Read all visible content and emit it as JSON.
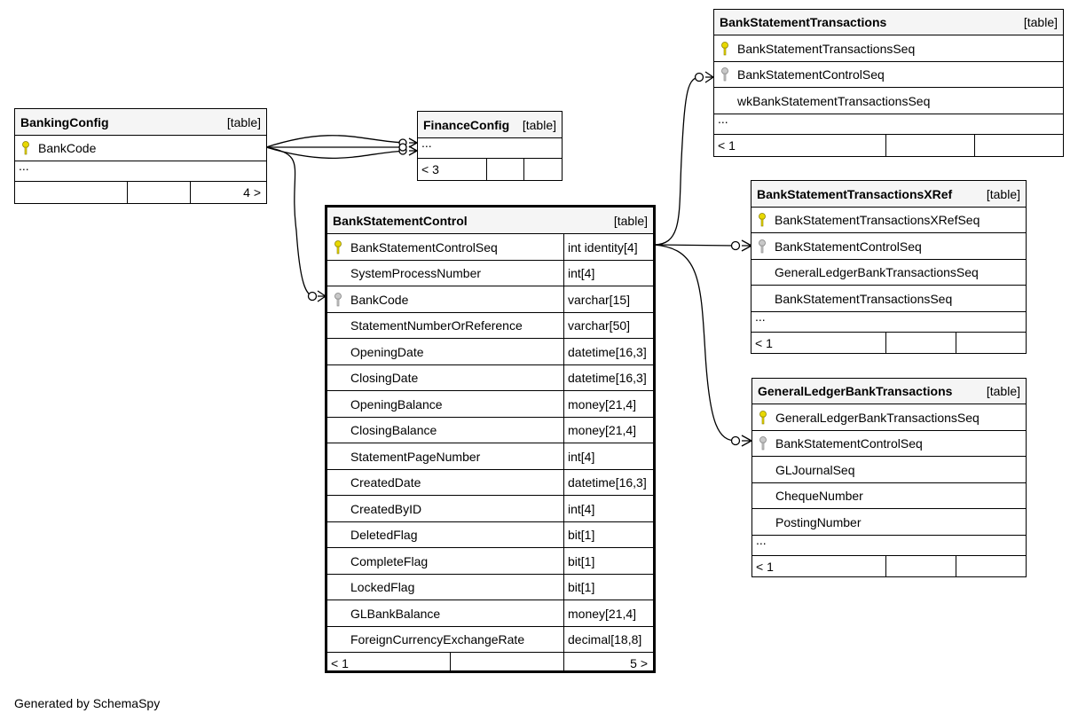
{
  "tables": {
    "banking_config": {
      "name": "BankingConfig",
      "type": "[table]",
      "pk": "BankCode",
      "more": "...",
      "footer_right": "4 >"
    },
    "finance_config": {
      "name": "FinanceConfig",
      "type": "[table]",
      "more": "...",
      "footer_left": "< 3"
    },
    "bst": {
      "name": "BankStatementTransactions",
      "type": "[table]",
      "columns": [
        "BankStatementTransactionsSeq",
        "BankStatementControlSeq",
        "wkBankStatementTransactionsSeq"
      ],
      "more": "...",
      "footer_left": "< 1"
    },
    "bstx": {
      "name": "BankStatementTransactionsXRef",
      "type": "[table]",
      "columns": [
        "BankStatementTransactionsXRefSeq",
        "BankStatementControlSeq",
        "GeneralLedgerBankTransactionsSeq",
        "BankStatementTransactionsSeq"
      ],
      "more": "...",
      "footer_left": "< 1"
    },
    "glbt": {
      "name": "GeneralLedgerBankTransactions",
      "type": "[table]",
      "columns": [
        "GeneralLedgerBankTransactionsSeq",
        "BankStatementControlSeq",
        "GLJournalSeq",
        "ChequeNumber",
        "PostingNumber"
      ],
      "more": "...",
      "footer_left": "< 1"
    },
    "bsc": {
      "name": "BankStatementControl",
      "type": "[table]",
      "columns": [
        {
          "name": "BankStatementControlSeq",
          "type": "int identity[4]"
        },
        {
          "name": "SystemProcessNumber",
          "type": "int[4]"
        },
        {
          "name": "BankCode",
          "type": "varchar[15]"
        },
        {
          "name": "StatementNumberOrReference",
          "type": "varchar[50]"
        },
        {
          "name": "OpeningDate",
          "type": "datetime[16,3]"
        },
        {
          "name": "ClosingDate",
          "type": "datetime[16,3]"
        },
        {
          "name": "OpeningBalance",
          "type": "money[21,4]"
        },
        {
          "name": "ClosingBalance",
          "type": "money[21,4]"
        },
        {
          "name": "StatementPageNumber",
          "type": "int[4]"
        },
        {
          "name": "CreatedDate",
          "type": "datetime[16,3]"
        },
        {
          "name": "CreatedByID",
          "type": "int[4]"
        },
        {
          "name": "DeletedFlag",
          "type": "bit[1]"
        },
        {
          "name": "CompleteFlag",
          "type": "bit[1]"
        },
        {
          "name": "LockedFlag",
          "type": "bit[1]"
        },
        {
          "name": "GLBankBalance",
          "type": "money[21,4]"
        },
        {
          "name": "ForeignCurrencyExchangeRate",
          "type": "decimal[18,8]"
        }
      ],
      "footer_left": "< 1",
      "footer_right": "5 >"
    }
  },
  "colors": {
    "primary_key": "#e8d800",
    "foreign_key": "#b0b0b0",
    "header_bg": "#f5f5f5"
  },
  "credit": "Generated by SchemaSpy"
}
